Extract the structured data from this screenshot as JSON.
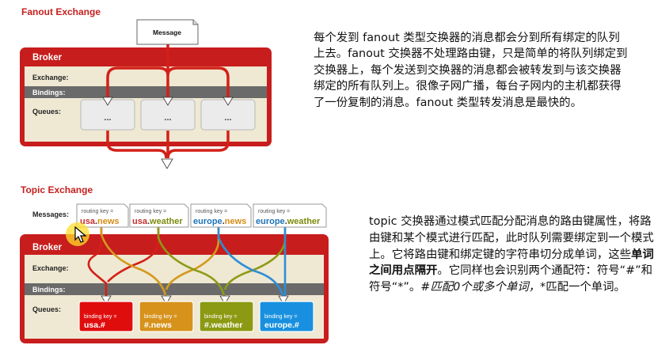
{
  "fanout": {
    "title": "Fanout Exchange",
    "message_label": "Message",
    "broker_label": "Broker",
    "exchange_label": "Exchange:",
    "bindings_label": "Bindings:",
    "queues_label": "Queues:",
    "queue_placeholder": "...",
    "description": "每个发到 fanout 类型交换器的消息都会分到所有绑定的队列上去。fanout 交换器不处理路由键，只是简单的将队列绑定到交换器上，每个发送到交换器的消息都会被转发到与该交换器绑定的所有队列上。很像子网广播，每台子网内的主机都获得了一份复制的消息。fanout 类型转发消息是最快的。"
  },
  "topic": {
    "title": "Topic Exchange",
    "messages_label": "Messages:",
    "broker_label": "Broker",
    "exchange_label": "Exchange:",
    "bindings_label": "Bindings:",
    "queues_label": "Queues:",
    "routing_key_label": "routing key =",
    "binding_key_label": "binding key =",
    "messages": [
      {
        "part1": "usa",
        "dot": ".",
        "part2": "news"
      },
      {
        "part1": "usa",
        "dot": ".",
        "part2": "weather"
      },
      {
        "part1": "europe",
        "dot": ".",
        "part2": "news"
      },
      {
        "part1": "europe",
        "dot": ".",
        "part2": "weather"
      }
    ],
    "queues": [
      {
        "key": "usa.#",
        "color": "#e00d0d"
      },
      {
        "key": "#.news",
        "color": "#d7921c"
      },
      {
        "key": "#.weather",
        "color": "#8b9a12"
      },
      {
        "key": "europe.#",
        "color": "#1890df"
      }
    ],
    "description": {
      "part1": "topic 交换器通过模式匹配分配消息的路由键属性，将路由键和某个模式进行匹配，此时队列需要绑定到一个模式上。它将路由键和绑定键的字符串切分成单词，这些",
      "bold": "单词之间用点隔开",
      "part2": "。它同样也会识别两个通配符：符号“#”和符号“*”。",
      "italic": "#匹配0个或多个单词，",
      "part3": "*匹配一个单词。"
    }
  },
  "colors": {
    "title_red": "#c4201f",
    "broker_red": "#c81d1d",
    "usa": "#c62f2f",
    "europe": "#1f73b7",
    "news": "#d88c14",
    "weather": "#7c8b0c"
  }
}
